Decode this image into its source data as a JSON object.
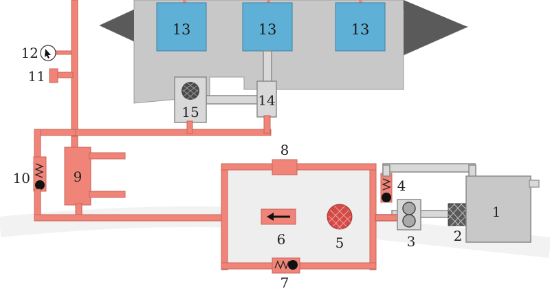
{
  "colors": {
    "pipe": "#f08478",
    "pipe_dark": "#c8645a",
    "block": "#c8c8c8",
    "block_dark": "#8a8a8a",
    "injector": "#5fb0d6",
    "return_pipe": "#d9d9d9",
    "nozzle": "#5a5a5a"
  },
  "labels": {
    "tank": "1",
    "filter_fine": "2",
    "feed_pump": "3",
    "valve_4": "4",
    "main_filter": "5",
    "pump_6": "6",
    "valve_7": "7",
    "component_8": "8",
    "pump_9": "9",
    "valve_10": "10",
    "component_11": "11",
    "gauge": "12",
    "injector_a": "13",
    "injector_b": "13",
    "injector_c": "13",
    "block_14": "14",
    "filter_15": "15"
  }
}
